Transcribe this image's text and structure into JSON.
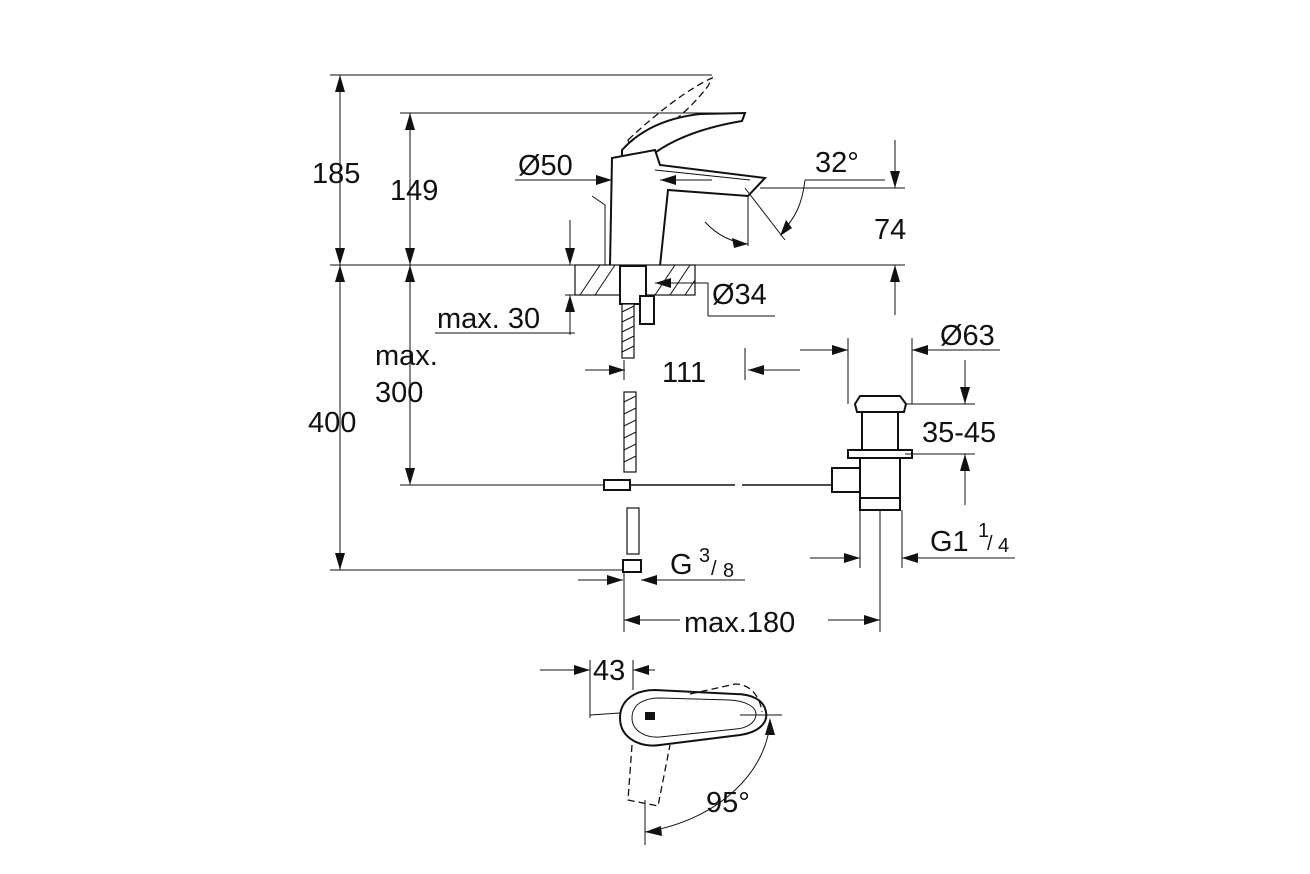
{
  "dimensions": {
    "d185": "185",
    "d149": "149",
    "d50": "Ø50",
    "d32deg": "32°",
    "d74": "74",
    "d34": "Ø34",
    "max30": "max. 30",
    "max300_a": "max.",
    "max300_b": "300",
    "d111": "111",
    "d63": "Ø63",
    "d3545": "35-45",
    "d400": "400",
    "g114_main": "G1",
    "g114_num": "1",
    "g114_den": "4",
    "g38_main": "G",
    "g38_num": "3",
    "g38_den": "8",
    "max180": "max.180",
    "d43": "43",
    "d95deg": "95°"
  }
}
